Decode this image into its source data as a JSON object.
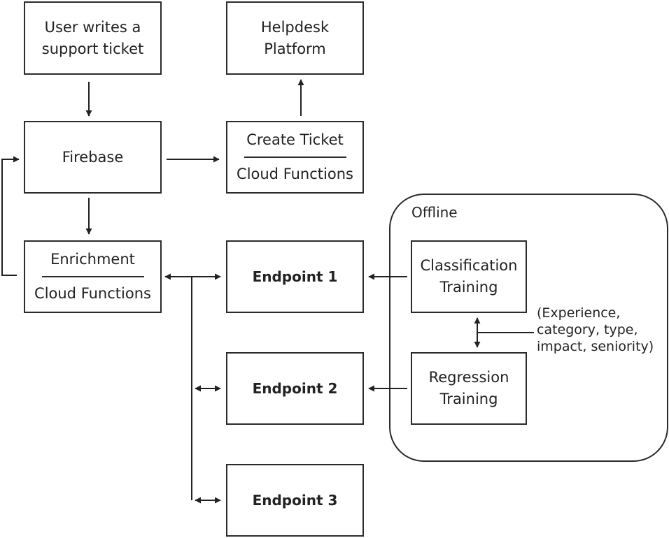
{
  "nodes": {
    "user_ticket": {
      "lines": [
        "User writes a",
        "support ticket"
      ]
    },
    "helpdesk": {
      "lines": [
        "Helpdesk",
        "Platform"
      ]
    },
    "firebase": {
      "label": "Firebase"
    },
    "create_ticket": {
      "top": "Create Ticket",
      "bottom": "Cloud Functions"
    },
    "enrichment": {
      "top": "Enrichment",
      "bottom": "Cloud Functions"
    },
    "endpoint1": {
      "label": "Endpoint 1"
    },
    "endpoint2": {
      "label": "Endpoint 2"
    },
    "endpoint3": {
      "label": "Endpoint 3"
    },
    "classification": {
      "lines": [
        "Classification",
        "Training"
      ]
    },
    "regression": {
      "lines": [
        "Regression",
        "Training"
      ]
    }
  },
  "offline": {
    "label": "Offline"
  },
  "annotation": {
    "lines": [
      "(Experience,",
      "category, type,",
      "impact, seniority)"
    ]
  }
}
